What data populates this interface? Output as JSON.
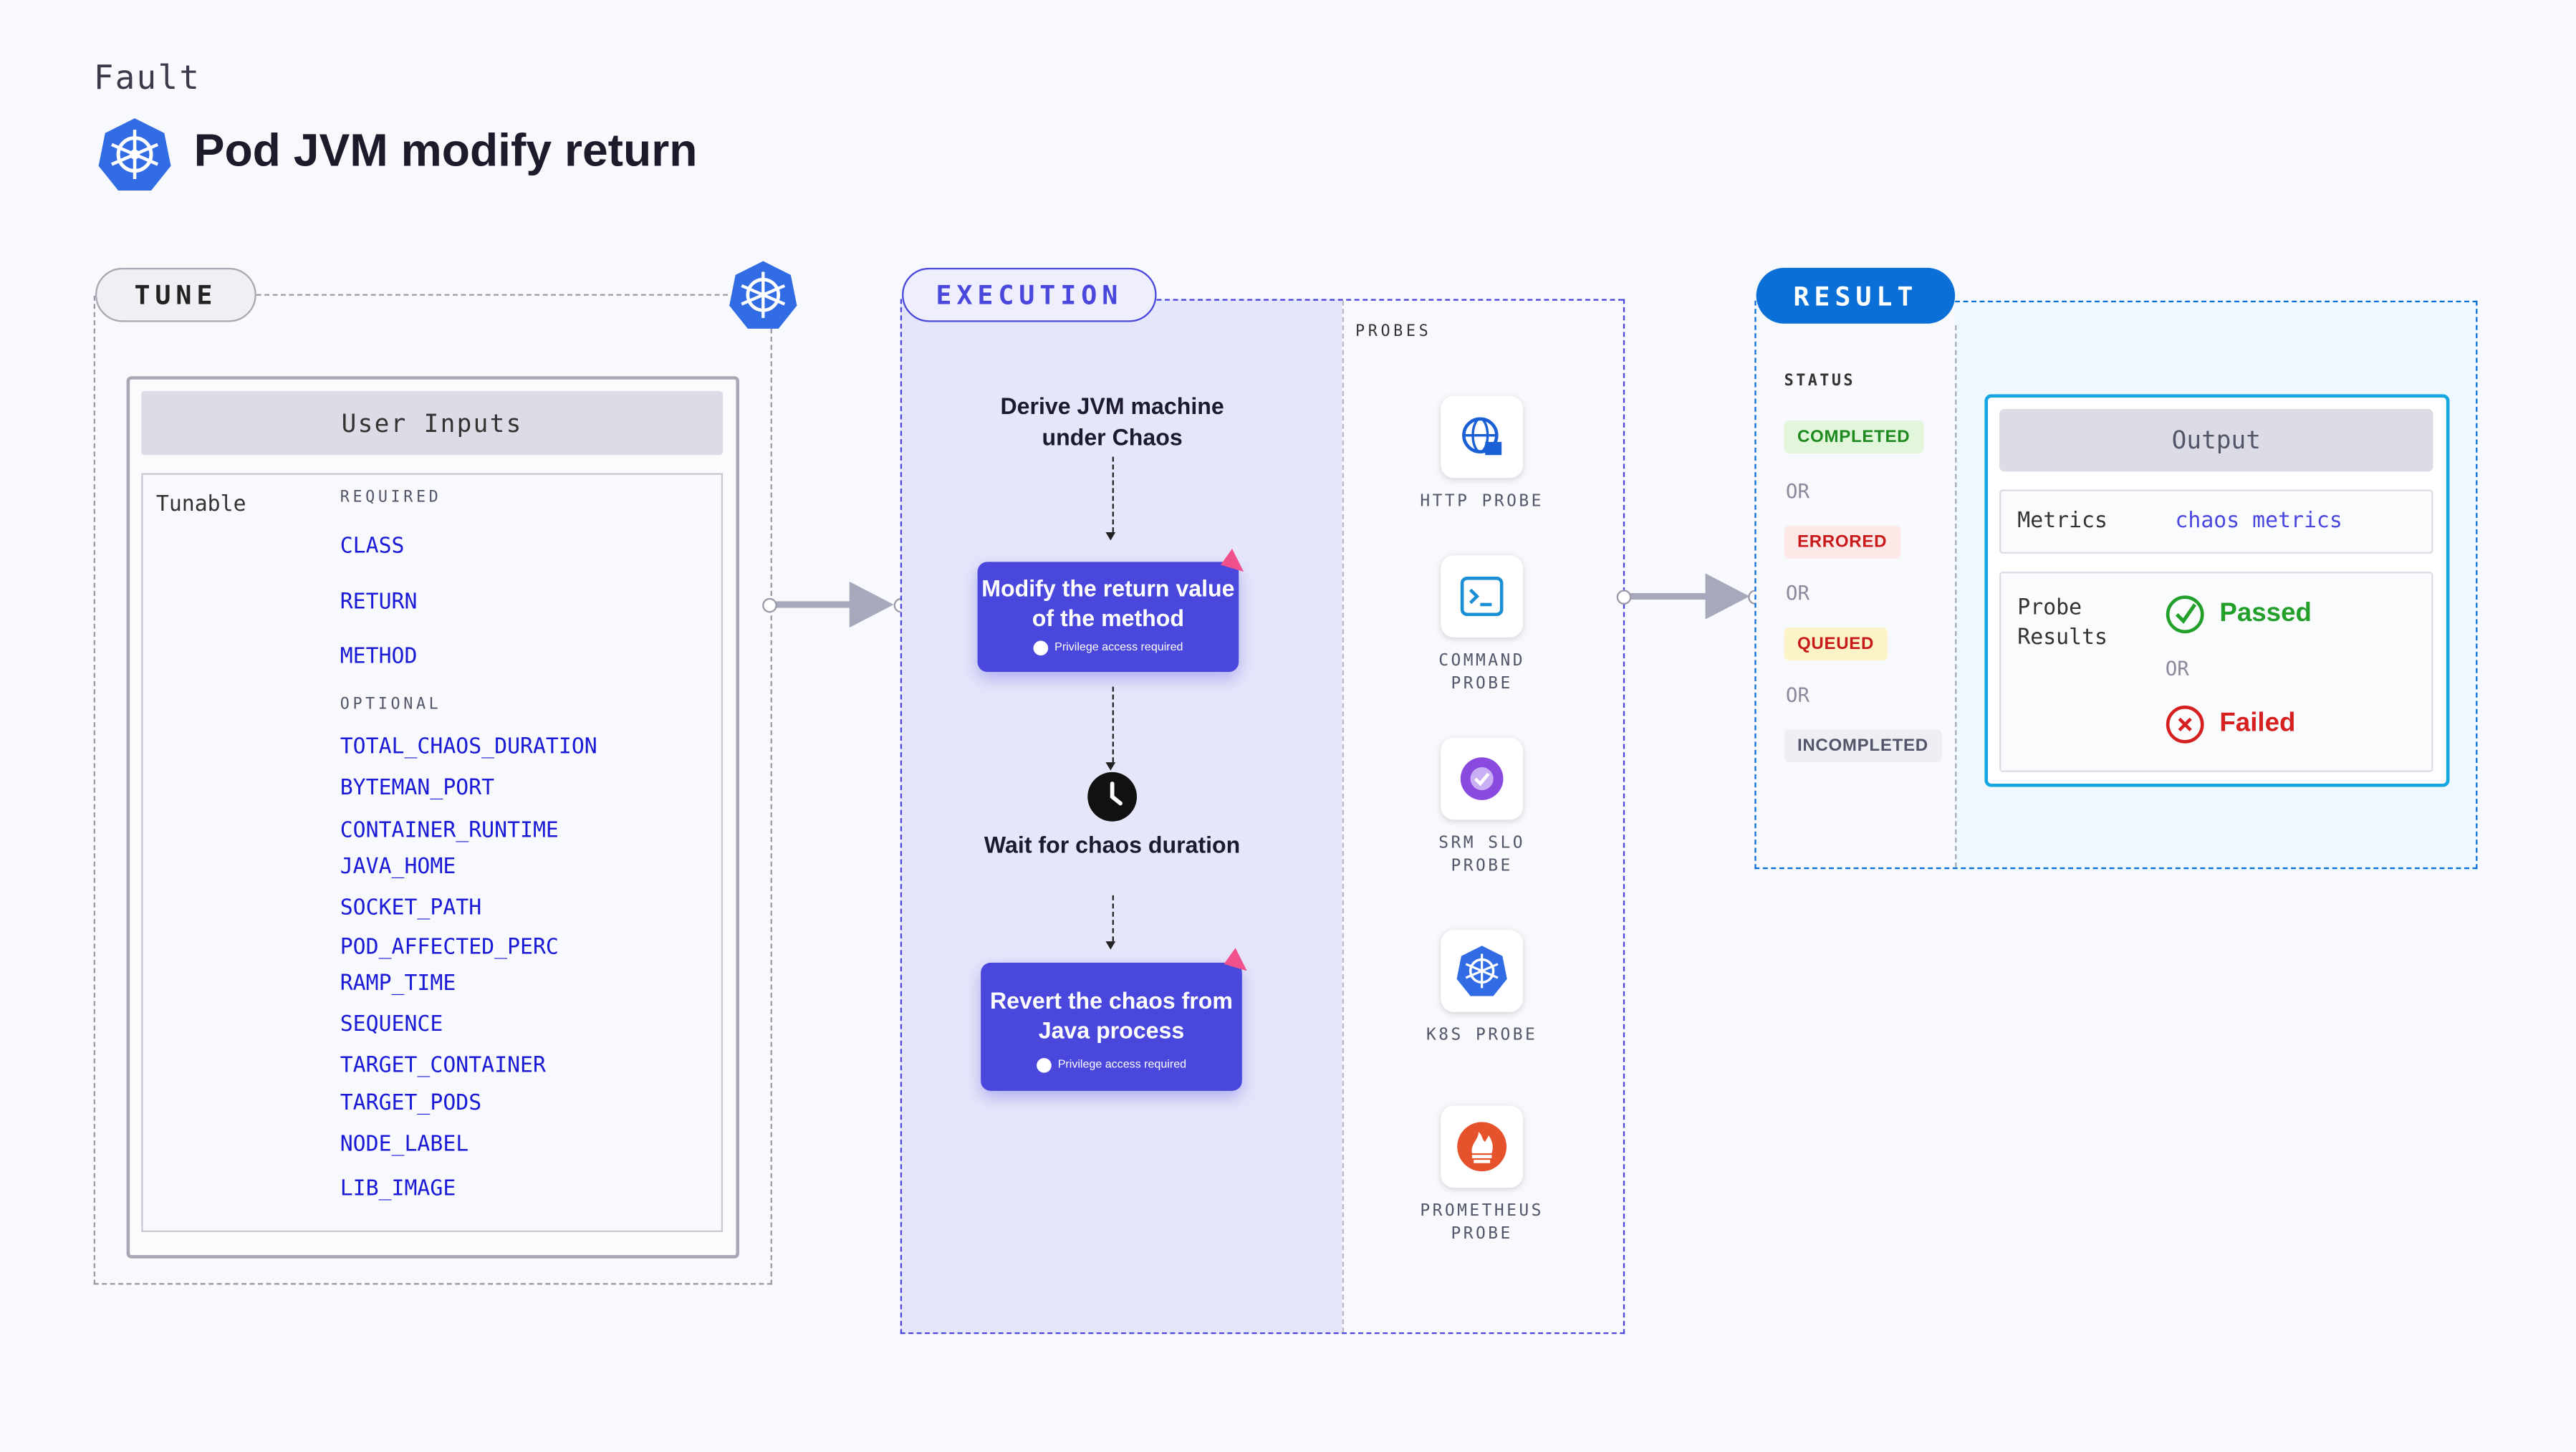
{
  "header": {
    "category": "Fault",
    "title": "Pod JVM modify return",
    "icon": "kubernetes-icon"
  },
  "tune": {
    "label": "TUNE",
    "icon": "kubernetes-icon",
    "card_title": "User Inputs",
    "tunable_label": "Tunable",
    "required_label": "REQUIRED",
    "required": [
      "CLASS",
      "RETURN",
      "METHOD"
    ],
    "optional_label": "OPTIONAL",
    "optional": [
      "TOTAL_CHAOS_DURATION",
      "BYTEMAN_PORT",
      "CONTAINER_RUNTIME",
      "JAVA_HOME",
      "SOCKET_PATH",
      "POD_AFFECTED_PERC",
      "RAMP_TIME",
      "SEQUENCE",
      "TARGET_CONTAINER",
      "TARGET_PODS",
      "NODE_LABEL",
      "LIB_IMAGE"
    ]
  },
  "execution": {
    "label": "EXECUTION",
    "step1": "Derive JVM machine under Chaos",
    "step2": "Modify the return value of the method",
    "step2_note": "Privilege access required",
    "step3": "Wait for chaos duration",
    "step4": "Revert the chaos from Java process",
    "step4_note": "Privilege access required",
    "probes_label": "PROBES",
    "probes": [
      {
        "line1": "HTTP PROBE",
        "line2": "",
        "icon": "globe-icon"
      },
      {
        "line1": "COMMAND",
        "line2": "PROBE",
        "icon": "terminal-icon"
      },
      {
        "line1": "SRM SLO",
        "line2": "PROBE",
        "icon": "srm-slo-icon"
      },
      {
        "line1": "K8S PROBE",
        "line2": "",
        "icon": "kubernetes-icon"
      },
      {
        "line1": "PROMETHEUS",
        "line2": "PROBE",
        "icon": "prometheus-icon"
      }
    ]
  },
  "result": {
    "label": "RESULT",
    "status_label": "STATUS",
    "statuses": [
      "COMPLETED",
      "ERRORED",
      "QUEUED",
      "INCOMPLETED"
    ],
    "or": "OR",
    "output_title": "Output",
    "metrics_label": "Metrics",
    "metrics_value": "chaos metrics",
    "probe_results_label": "Probe Results",
    "passed": "Passed",
    "failed": "Failed"
  },
  "colors": {
    "accent": "#4a47dc",
    "result_blue": "#0a6fd6",
    "output_border": "#14a6e0",
    "passed": "#22a02a",
    "failed": "#d62020"
  }
}
